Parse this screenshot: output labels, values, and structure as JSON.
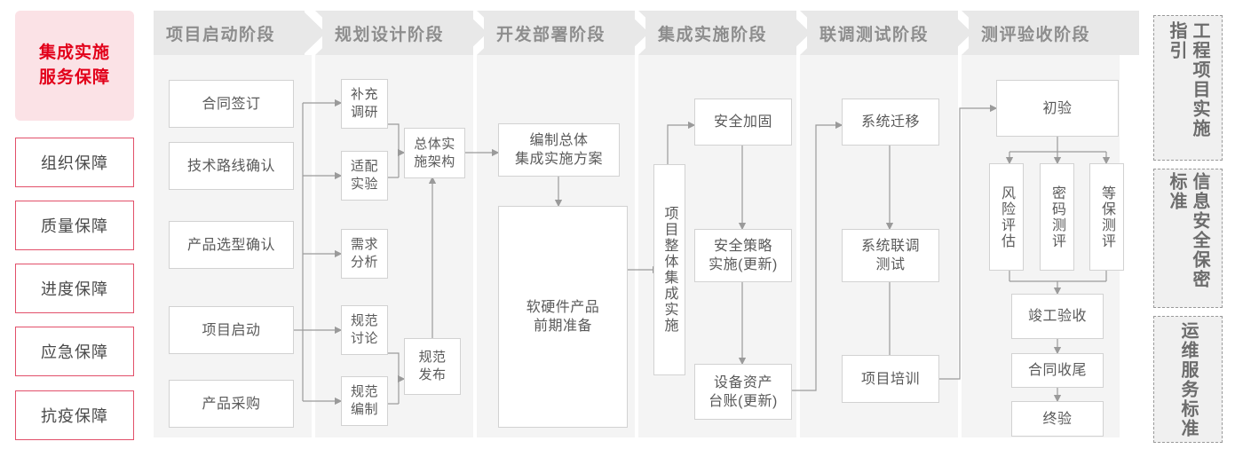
{
  "title_block": {
    "line1": "集成实施",
    "line2": "服务保障"
  },
  "guarantees": [
    {
      "label": "组织保障"
    },
    {
      "label": "质量保障"
    },
    {
      "label": "进度保障"
    },
    {
      "label": "应急保障"
    },
    {
      "label": "抗疫保障"
    }
  ],
  "phases": [
    {
      "id": "p1",
      "title": "项目启动阶段"
    },
    {
      "id": "p2",
      "title": "规划设计阶段"
    },
    {
      "id": "p3",
      "title": "开发部署阶段"
    },
    {
      "id": "p4",
      "title": "集成实施阶段"
    },
    {
      "id": "p5",
      "title": "联调测试阶段"
    },
    {
      "id": "p6",
      "title": "测评验收阶段"
    }
  ],
  "nodes": {
    "p1": [
      {
        "label": "合同签订"
      },
      {
        "label": "技术路线确认"
      },
      {
        "label": "产品选型确认"
      },
      {
        "label": "项目启动"
      },
      {
        "label": "产品采购"
      }
    ],
    "p2": [
      {
        "label": "补充\n调研"
      },
      {
        "label": "适配\n实验"
      },
      {
        "label": "需求\n分析"
      },
      {
        "label": "规范\n讨论"
      },
      {
        "label": "规范\n编制"
      },
      {
        "label": "总体实\n施架构"
      },
      {
        "label": "规范\n发布"
      }
    ],
    "p3": [
      {
        "label": "编制总体\n集成实施方案"
      },
      {
        "label": "软硬件产品\n前期准备"
      }
    ],
    "p4": [
      {
        "label": "项目整体集成实施"
      },
      {
        "label": "安全加固"
      },
      {
        "label": "安全策略\n实施(更新)"
      },
      {
        "label": "设备资产\n台账(更新)"
      }
    ],
    "p5": [
      {
        "label": "系统迁移"
      },
      {
        "label": "系统联调\n测试"
      },
      {
        "label": "项目培训"
      }
    ],
    "p6": [
      {
        "label": "初验"
      },
      {
        "label": "风险评估"
      },
      {
        "label": "密码测评"
      },
      {
        "label": "等保测评"
      },
      {
        "label": "竣工验收"
      },
      {
        "label": "合同收尾"
      },
      {
        "label": "终验"
      }
    ]
  },
  "standards": [
    {
      "label": "工程项目实施指引"
    },
    {
      "label": "信息安全保密标准"
    },
    {
      "label": "运维服务标准"
    }
  ],
  "colors": {
    "accent_red": "#e2001a",
    "accent_red_soft": "#fbe2e6",
    "accent_red_border": "#e2506a",
    "panel_bg": "#f4f4f4",
    "panel_head_bg": "#e8e8e8",
    "node_border": "#d2d2d2",
    "line": "#9a9a9a",
    "text": "#5a5a5a"
  }
}
